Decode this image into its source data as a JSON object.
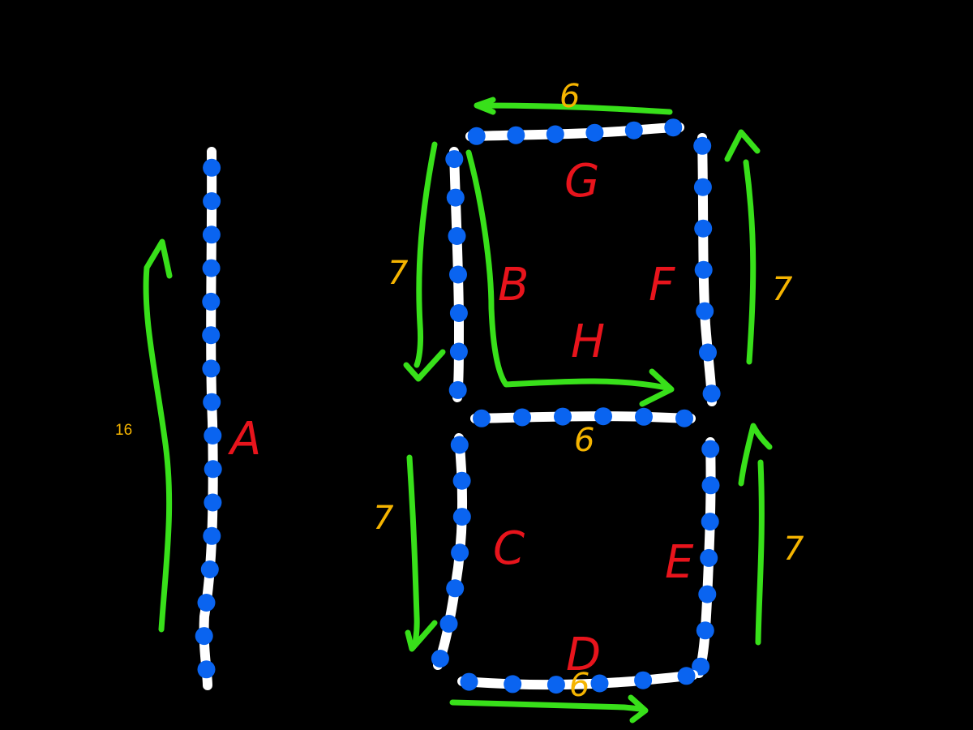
{
  "colors": {
    "background": "#000000",
    "strip": "#ffffff",
    "led": "#0a64f0",
    "arrow": "#38e01a",
    "segment_label": "#e8141c",
    "count_label": "#f5b400"
  },
  "segments": {
    "A": {
      "label": "A",
      "count": "16",
      "direction": "up"
    },
    "B": {
      "label": "B",
      "count": "7",
      "direction": "down"
    },
    "C": {
      "label": "C",
      "count": "7",
      "direction": "down"
    },
    "D": {
      "label": "D",
      "count": "6",
      "direction": "right"
    },
    "E": {
      "label": "E",
      "count": "7",
      "direction": "up"
    },
    "F": {
      "label": "F",
      "count": "7",
      "direction": "up"
    },
    "G": {
      "label": "G",
      "count": "6",
      "direction": "left"
    },
    "H": {
      "label": "H",
      "count": "6",
      "direction": "right"
    }
  }
}
